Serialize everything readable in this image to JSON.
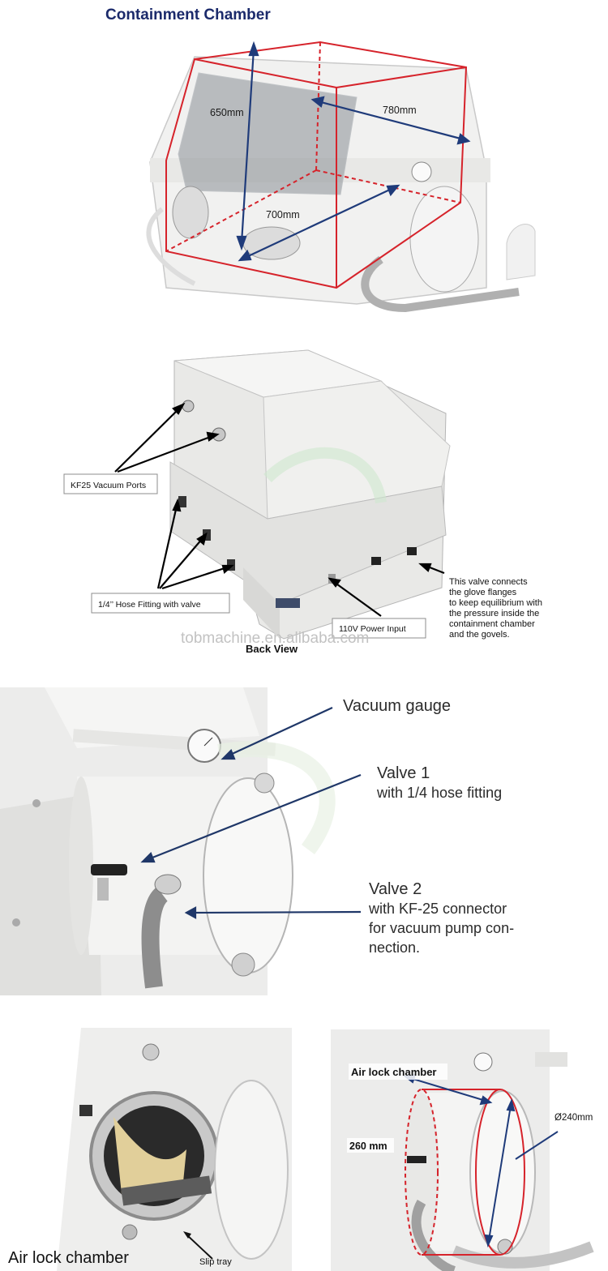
{
  "panel1": {
    "title": "Containment Chamber",
    "dim_height": "650mm",
    "dim_depth": "780mm",
    "dim_width": "700mm"
  },
  "panel2": {
    "label_ports": "KF25 Vacuum Ports",
    "label_hose": "1/4’’ Hose Fitting with valve",
    "label_power": "110V Power Input",
    "caption": "Back View",
    "watermark": "tobmachine.en.alibaba.com",
    "note_lines": [
      "This valve connects",
      "the glove flanges",
      "to keep  equilibrium with",
      "the pressure inside the",
      "containment chamber",
      "and the govels."
    ]
  },
  "panel3": {
    "gauge_label": "Vacuum gauge",
    "valve1_title": "Valve 1",
    "valve1_desc": "with 1/4 hose fitting",
    "valve2_title": "Valve 2",
    "valve2_line1": "with KF-25 connector",
    "valve2_line2": "for vacuum pump con-",
    "valve2_line3": "nection."
  },
  "panel4": {
    "caption_left": "Air lock chamber",
    "slip_tray": "Slip tray",
    "label_right": "Air lock chamber",
    "dim_length": "260 mm",
    "dim_diameter": "Ø240mm"
  }
}
